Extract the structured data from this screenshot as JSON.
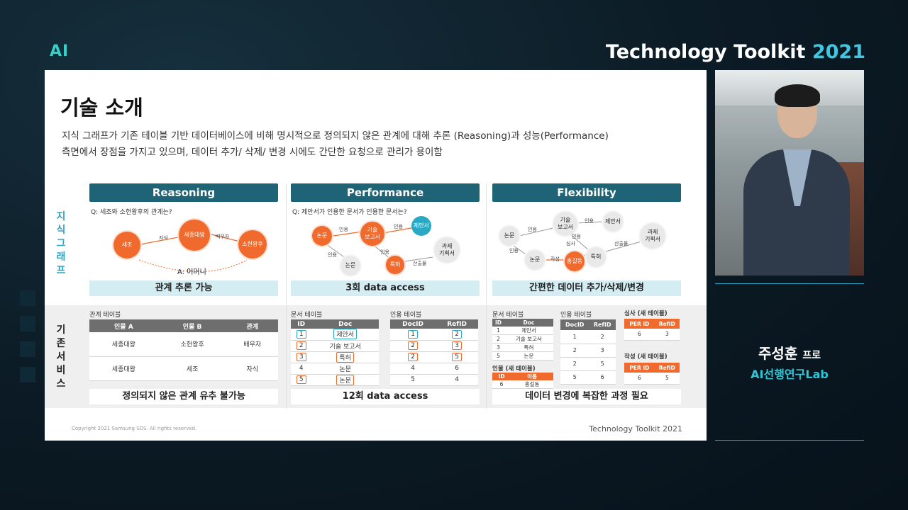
{
  "header": {
    "left_logo": "AI",
    "brand_text": "Technology Toolkit",
    "brand_year": "2021"
  },
  "slide": {
    "title": "기술 소개",
    "intro_line1": "지식 그래프가 기존 테이블 기반 데이터베이스에 비해 명시적으로 정의되지 않은 관계에 대해 추론 (Reasoning)과 성능(Performance)",
    "intro_line2": "측면에서 장점을  가지고 있으며, 데이터 추가/ 삭제/ 변경 시에도 간단한 요청으로 관리가 용이함",
    "side_label_kg": [
      "지",
      "식",
      "그",
      "래",
      "프"
    ],
    "side_label_existing": [
      "기",
      "존",
      "서",
      "비",
      "스"
    ],
    "columns": [
      {
        "header": "Reasoning",
        "question": "Q: 세조와 소헌왕후의 관계는?",
        "nodes": {
          "sejo": "세조",
          "sejong": "세종대왕",
          "soheon": "소헌왕후"
        },
        "edges": {
          "e1": "자식",
          "e2": "배우자"
        },
        "answer": "A: 어머니",
        "summary_kg": "관계 추론 가능",
        "table_label": "관계 테이블",
        "table_headers": [
          "인물 A",
          "인물 B",
          "관계"
        ],
        "table_rows": [
          [
            "세종대왕",
            "소헌왕후",
            "배우자"
          ],
          [
            "세종대왕",
            "세조",
            "자식"
          ]
        ],
        "summary_existing": "정의되지 않은 관계 유추 불가능"
      },
      {
        "header": "Performance",
        "question": "Q: 제안서가 인용한 문서가 인용한 문서는?",
        "nodes": {
          "paper1": "논문",
          "tech": "기술\n보고서",
          "proposal": "제안서",
          "plan": "과제\n기획서",
          "paper2": "논문",
          "patent": "특허"
        },
        "edges": {
          "e1": "인용",
          "e2": "인용",
          "e3": "인용",
          "e4": "인용",
          "e5": "산출물"
        },
        "summary_kg": "3회 data access",
        "doc_table_label": "문서 테이블",
        "doc_headers": [
          "ID",
          "Doc"
        ],
        "doc_rows": [
          [
            "1",
            "제안서"
          ],
          [
            "2",
            "기술 보고서"
          ],
          [
            "3",
            "특허"
          ],
          [
            "4",
            "논문"
          ],
          [
            "5",
            "논문"
          ]
        ],
        "cite_table_label": "인용 테이블",
        "cite_headers": [
          "DocID",
          "RefID"
        ],
        "cite_rows": [
          [
            "1",
            "2"
          ],
          [
            "2",
            "3"
          ],
          [
            "2",
            "5"
          ],
          [
            "4",
            "6"
          ],
          [
            "5",
            "4"
          ]
        ],
        "summary_existing": "12회 data access"
      },
      {
        "header": "Flexibility",
        "nodes": {
          "tech": "기술\n보고서",
          "proposal": "제안서",
          "paper1": "논문",
          "plan": "과제\n기획서",
          "paper2": "논문",
          "hong": "홍길동",
          "patent": "특허"
        },
        "edges": {
          "e1": "인용",
          "e2": "인용",
          "e3": "인용",
          "e4": "심사",
          "e5": "인용",
          "e6": "작성",
          "e7": "산출물"
        },
        "summary_kg": "간편한 데이터 추가/삭제/변경",
        "doc_table_label": "문서 테이블",
        "doc_headers": [
          "ID",
          "Doc"
        ],
        "doc_rows": [
          [
            "1",
            "제안서"
          ],
          [
            "2",
            "기술 보고서"
          ],
          [
            "3",
            "특허"
          ],
          [
            "5",
            "논문"
          ]
        ],
        "person_table_label": "인물 (새 테이블)",
        "person_headers": [
          "ID",
          "이름"
        ],
        "person_rows": [
          [
            "6",
            "홍길동"
          ]
        ],
        "cite_table_label": "인용 테이블",
        "cite_headers": [
          "DocID",
          "RefID"
        ],
        "cite_rows": [
          [
            "1",
            "2"
          ],
          [
            "2",
            "3"
          ],
          [
            "2",
            "5"
          ],
          [
            "5",
            "6"
          ]
        ],
        "review_table_label": "심사 (새 테이블)",
        "review_headers": [
          "PER ID",
          "RefID"
        ],
        "review_rows": [
          [
            "6",
            "3"
          ]
        ],
        "write_table_label": "작성 (새 테이블)",
        "write_headers": [
          "PER ID",
          "RefID"
        ],
        "write_rows": [
          [
            "6",
            "5"
          ]
        ],
        "summary_existing": "데이터 변경에 복잡한 과정 필요"
      }
    ],
    "copyright": "Copyright 2021 Samsung SDS. All rights reserved.",
    "footer_brand": "Technology Toolkit  2021"
  },
  "presenter": {
    "name": "주성훈",
    "title": "프로",
    "lab": "AI선행연구Lab"
  },
  "colors": {
    "accent_teal": "#1f6476",
    "accent_orange": "#ef6a2c",
    "accent_cyan": "#2aa9c4",
    "background": "#0b1a24"
  }
}
